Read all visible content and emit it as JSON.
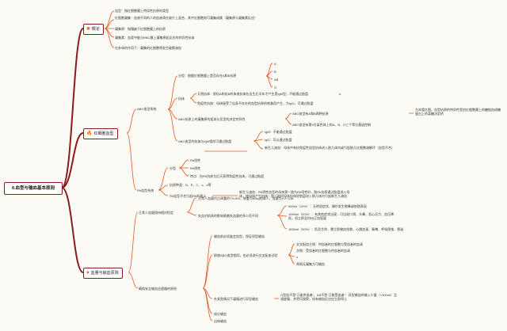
{
  "colors": {
    "branch": "#8b1a1a",
    "accent": "#e25822",
    "background": "#fbfaf4"
  },
  "root": "8.血型与输血基本原则",
  "branches": [
    {
      "icon": "starburst-icon",
      "label": "概论"
    },
    {
      "icon": "flame-icon",
      "label": "红细胞血型"
    },
    {
      "icon": "heart-icon",
      "label": "血量与输血原则"
    }
  ],
  "overview": [
    "血型：指红细胞膜上特异性抗原的类型",
    "红细胞凝集：血液不同的人的血液滴在玻片上混合，其中红细胞则可凝集成簇（凝集原与凝集素反应）",
    "凝集原：指镶嵌于红细胞膜上的抗原",
    "凝集素：血浆中能与RBC膜上凝集原起反应的特异性抗体",
    "在补体的作用下：凝集的红细胞将发生破裂溶血"
  ],
  "abo": {
    "label": "ABO血型系统",
    "typing": {
      "label": "分型：根据红细胞膜上是否存在A和B抗原",
      "types": [
        "A",
        "B",
        "AB",
        "O"
      ]
    },
    "antibody": {
      "label": "抗体",
      "natural": "天然抗体：即抗A和抗B的体液抗体在出生后半年才产生是IgM型，不能通过胎盘",
      "natural_tag": "s",
      "immune": "免疫性抗体：母体接受了自身不存在的血型抗原的刺激而产生，为IgG，可通过胎盘"
    },
    "gene": {
      "label": "ABO抗原上的凝集原的组成与亚型的决定特异性",
      "a": "ABO血型有A和B两种抗原",
      "b": "ABO血型有第9号染色体上的A、B、O三个等位基因控制",
      "note": "为本管红图。血型抗原的特异性是由红细胞膜上的糖链由成糖蛋白上的某糖决定的"
    },
    "igm": {
      "label": "ABO血型的抗体与IgM相伴可通过胎盘",
      "a": "IgM：不能通过胎盘",
      "b": "IgG：可以通过胎盘",
      "c": "新生儿溶血：母体中有抗免疫性血型抗体进入胎儿体内或引起胎儿红细胞溶解坏（血型不合）"
    }
  },
  "rh": {
    "label": "Rh血型系统",
    "typing": {
      "label": "分型",
      "items": [
        "Rh阳性",
        "Rh阴性"
      ],
      "feature": "特点：抗Rh抗体为后天获得免疫性抗体，可通过胎盘"
    },
    "antigen": "抗原种类：D、E、C、c、e等",
    "meaning": {
      "label": "Rh血型不合引起Rh的意义",
      "text": "新生儿溶血：Rh阴性血型的母亲第一胎为Rh阳性时，胎Rh抗原通过胎盘进入母体，使母体产生抗体；第二胎时母体抗体经胎盘进入胎儿体内引起新生儿溶血"
    }
  },
  "transfusion": {
    "normal": {
      "label": "正常人血量保持相对恒定",
      "a": "正常人血量约占体重的7%-8%，体重为60kg的成人，血量为4.2~4.8L",
      "loss": {
        "label": "失血对机体的影响随着失血量的多少而不同",
        "items": [
          "500ml（10%）：无明显症状，偶尔发生眩晕或恍惚表现",
          "1000ml（20%）：有其他症状出现，可出现口渴、头晕、恶心乏力、血压降低，须立即及时纠正血容量",
          "1500ml（30%）：危及生命，需立即输血抢救，心跳加速、脉搏、呼吸困难、昏迷"
        ]
      }
    },
    "safe": {
      "label": "确保安全输血应遵循的原则",
      "a": "输血前必须鉴定血型，保证同型输血",
      "cross": {
        "label": "即使ABO血型相同，也必须进行交叉配血试验",
        "main": "交叉配血主侧：供血者的红细胞与受血者的血清",
        "minor": "次侧：受血者的红细胞与供血者的血清",
        "mark": "s",
        "result": "两侧无凝集方可输血"
      },
      "emergency": {
        "label": "在紧急情况下谨慎进行异型输血",
        "text": "O型血不是“万能供血者”，AB不是“万能受血者”：异型输血时输入少量（<300ml）且速度慢，并密切观察，如有输血反应应立即停止"
      },
      "component": "成分输血",
      "autologous": "自体输血"
    }
  }
}
